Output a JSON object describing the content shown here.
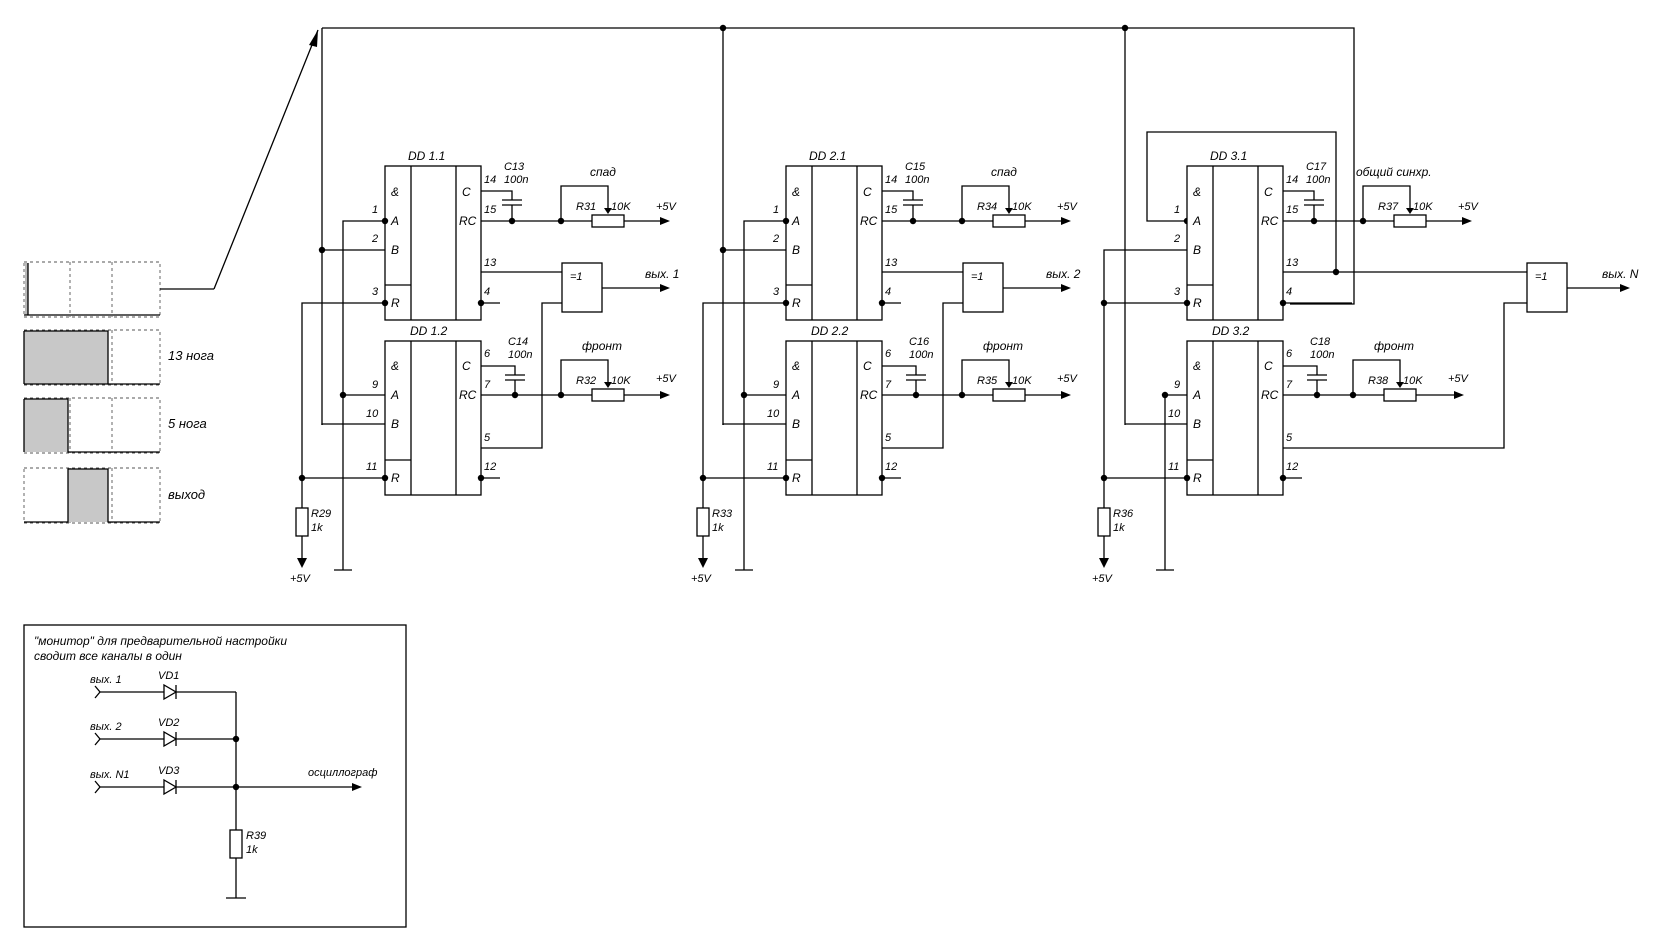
{
  "timing": {
    "labels": [
      "13 нога",
      "5 нога",
      "выход"
    ]
  },
  "supply_label": "+5V",
  "pins": {
    "and": "&",
    "a": "A",
    "b": "B",
    "r": "R",
    "c": "C",
    "rc": "RC",
    "p1": "1",
    "p2": "2",
    "p3": "3",
    "p4": "4",
    "p5": "5",
    "p6": "6",
    "p7": "7",
    "p9": "9",
    "p10": "10",
    "p11": "11",
    "p12": "12",
    "p13": "13",
    "p14": "14",
    "p15": "15"
  },
  "cap_value": "100n",
  "pot_value": "10K",
  "res_value": "1k",
  "xor_label": "=1",
  "channels": [
    {
      "chip_top": "DD 1.1",
      "chip_bottom": "DD 1.2",
      "cap_top": "C13",
      "cap_bottom": "C14",
      "pot_top": "R31",
      "pot_bottom": "R32",
      "pot_top_label": "спад",
      "pot_bottom_label": "фронт",
      "pulldown": "R29",
      "output": "вых. 1"
    },
    {
      "chip_top": "DD 2.1",
      "chip_bottom": "DD 2.2",
      "cap_top": "C15",
      "cap_bottom": "C16",
      "pot_top": "R34",
      "pot_bottom": "R35",
      "pot_top_label": "спад",
      "pot_bottom_label": "фронт",
      "pulldown": "R33",
      "output": "вых. 2"
    },
    {
      "chip_top": "DD 3.1",
      "chip_bottom": "DD 3.2",
      "cap_top": "C17",
      "cap_bottom": "C18",
      "pot_top": "R37",
      "pot_bottom": "R38",
      "pot_top_label": "общий синхр.",
      "pot_bottom_label": "фронт",
      "pulldown": "R36",
      "output": "вых. N"
    }
  ],
  "monitor": {
    "title_line1": "\"монитор\" для предварительной настройки",
    "title_line2": "сводит все каналы в один",
    "inputs": [
      "вых. 1",
      "вых. 2",
      "вых. N1"
    ],
    "diodes": [
      "VD1",
      "VD2",
      "VD3"
    ],
    "output": "осциллограф",
    "resistor": "R39",
    "resistor_value": "1k"
  }
}
